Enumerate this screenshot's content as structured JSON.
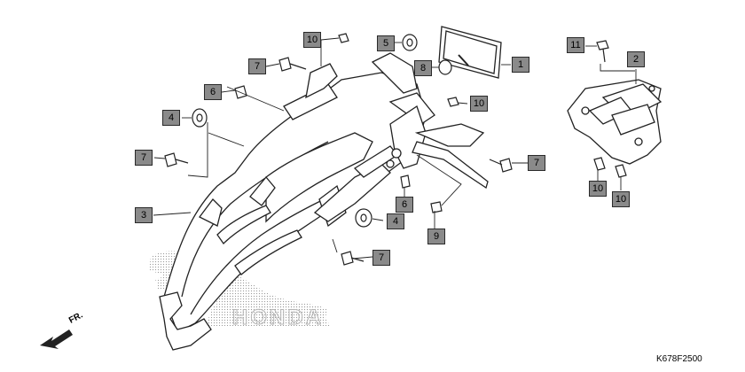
{
  "diagram": {
    "code": "K678F2500",
    "front_label": "FR.",
    "watermark": "HONDA"
  },
  "callouts": [
    {
      "id": "c1",
      "label": "1"
    },
    {
      "id": "c2",
      "label": "2"
    },
    {
      "id": "c3",
      "label": "3"
    },
    {
      "id": "c4a",
      "label": "4"
    },
    {
      "id": "c4b",
      "label": "4"
    },
    {
      "id": "c5",
      "label": "5"
    },
    {
      "id": "c6a",
      "label": "6"
    },
    {
      "id": "c6b",
      "label": "6"
    },
    {
      "id": "c7a",
      "label": "7"
    },
    {
      "id": "c7b",
      "label": "7"
    },
    {
      "id": "c7c",
      "label": "7"
    },
    {
      "id": "c7d",
      "label": "7"
    },
    {
      "id": "c8",
      "label": "8"
    },
    {
      "id": "c9",
      "label": "9"
    },
    {
      "id": "c10a",
      "label": "10"
    },
    {
      "id": "c10b",
      "label": "10"
    },
    {
      "id": "c10c",
      "label": "10"
    },
    {
      "id": "c10d",
      "label": "10"
    },
    {
      "id": "c11",
      "label": "11"
    }
  ]
}
